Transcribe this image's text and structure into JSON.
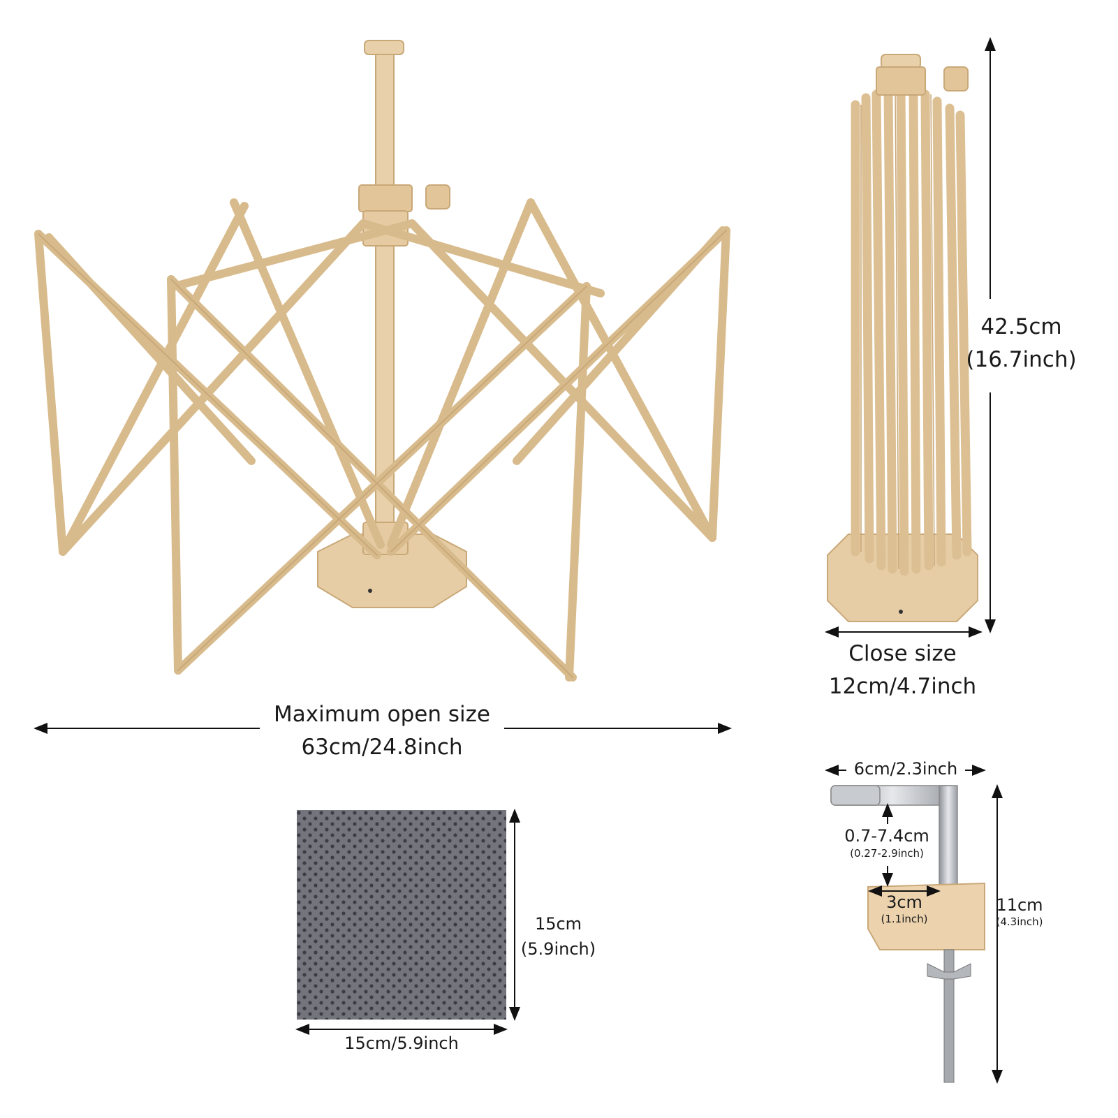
{
  "main_swift": {
    "open_size_title": "Maximum open size",
    "open_size_value": "63cm/24.8inch"
  },
  "closed_swift": {
    "height_cm": "42.5cm",
    "height_in": "(16.7inch)",
    "close_title": "Close size",
    "close_value": "12cm/4.7inch"
  },
  "pad": {
    "height_cm": "15cm",
    "height_in": "(5.9inch)",
    "width": "15cm/5.9inch"
  },
  "clamp": {
    "width": "6cm/2.3inch",
    "opening_cm": "0.7-7.4cm",
    "opening_in": "(0.27-2.9inch)",
    "block_cm": "3cm",
    "block_in": "(1.1inch)",
    "height_cm": "11cm",
    "height_in": "(4.3inch)"
  },
  "colors": {
    "wood": "#e3c9a0",
    "wood_dark": "#c9a878",
    "pad_gray": "#6f6f78",
    "metal": "#b9bcc2",
    "arrow": "#111111"
  }
}
